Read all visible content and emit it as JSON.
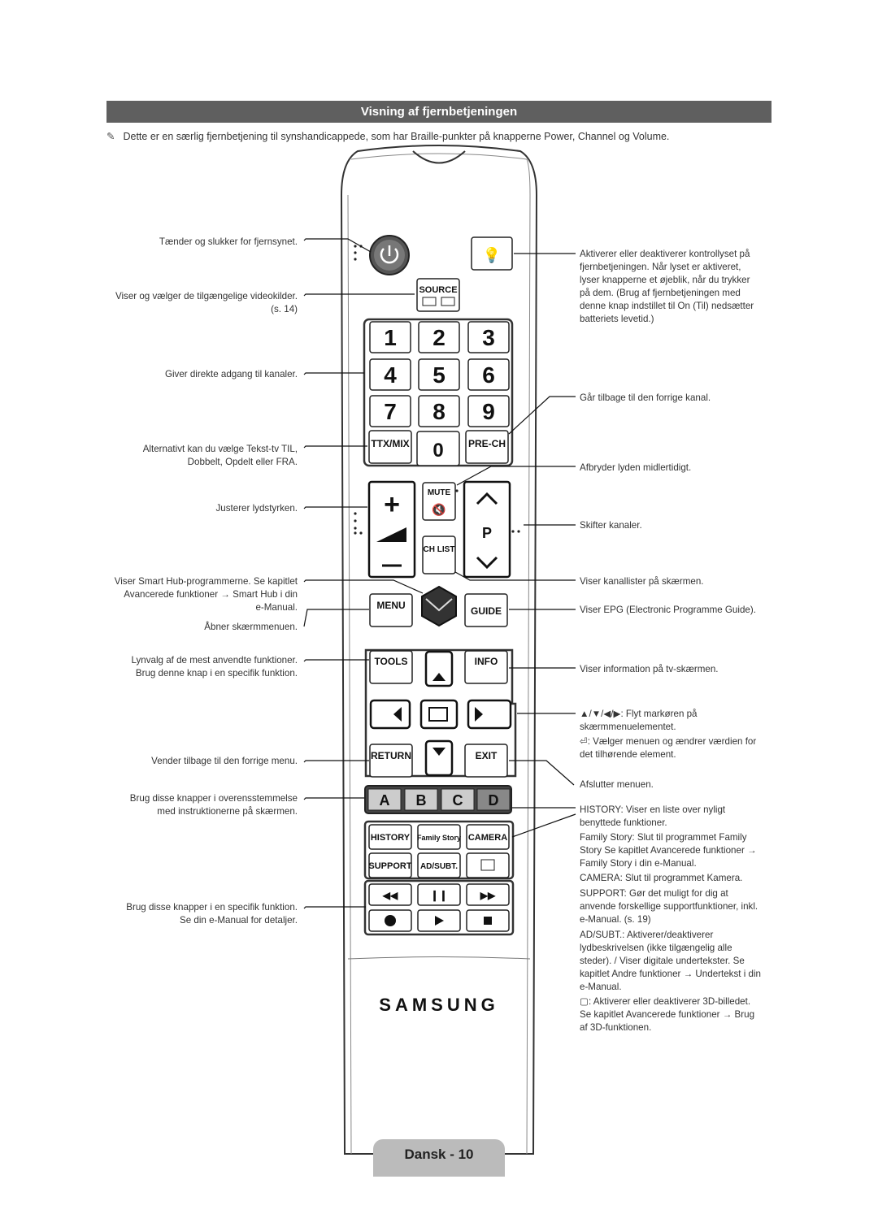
{
  "header": {
    "title": "Visning af fjernbetjeningen"
  },
  "note": "Dette er en særlig fjernbetjening til synshandicappede, som har Braille-punkter på knapperne Power, Channel og Volume.",
  "left_labels": {
    "power": "Tænder og slukker for fjernsynet.",
    "source_1": "Viser og vælger de tilgængelige videokilder.",
    "source_2": "(s. 14)",
    "numbers": "Giver direkte adgang til kanaler.",
    "ttx_1": "Alternativt kan du vælge Tekst-tv TIL,",
    "ttx_2": "Dobbelt, Opdelt eller FRA.",
    "volume": "Justerer lydstyrken.",
    "smarthub_1": "Viser Smart Hub-programmerne. Se kapitlet",
    "smarthub_2": "Avancerede funktioner → Smart Hub i din",
    "smarthub_3": "e-Manual.",
    "menu": "Åbner skærmmenuen.",
    "tools_1": "Lynvalg af de mest anvendte funktioner.",
    "tools_2": "Brug denne knap i en specifik funktion.",
    "return": "Vender tilbage til den forrige menu.",
    "abcd_1": "Brug disse knapper i overensstemmelse",
    "abcd_2": "med instruktionerne på skærmen.",
    "media_1": "Brug disse knapper i en specifik funktion.",
    "media_2": "Se din e-Manual for detaljer."
  },
  "right_labels": {
    "light_1": "Aktiverer eller deaktiverer kontrollyset på",
    "light_2": "fjernbetjeningen. Når lyset er aktiveret,",
    "light_3": "lyser knapperne et øjeblik, når du trykker",
    "light_4": "på dem. (Brug af fjernbetjeningen med",
    "light_5": "denne knap indstillet til On (Til) nedsætter",
    "light_6": "batteriets levetid.)",
    "prech": "Går tilbage til den forrige kanal.",
    "mute": "Afbryder lyden midlertidigt.",
    "channel": "Skifter kanaler.",
    "chlist": "Viser kanallister på skærmen.",
    "guide": "Viser EPG (Electronic Programme Guide).",
    "info": "Viser information på tv-skærmen.",
    "arrows_1": "▲/▼/◀/▶: Flyt markøren på",
    "arrows_2": "skærmmenuelementet.",
    "enter_1": "⏎: Vælger menuen og ændrer værdien for",
    "enter_2": "det tilhørende element.",
    "exit": "Afslutter menuen.",
    "history_1": "HISTORY: Viser en liste over nyligt",
    "history_2": "benyttede funktioner.",
    "family_1": "Family Story: Slut til programmet Family",
    "family_2": "Story Se kapitlet Avancerede funktioner →",
    "family_3": "Family Story i din e-Manual.",
    "camera": "CAMERA: Slut til programmet Kamera.",
    "support_1": "SUPPORT: Gør det muligt for dig at",
    "support_2": "anvende forskellige supportfunktioner, inkl.",
    "support_3": "e-Manual. (s. 19)",
    "adsubt_1": "AD/SUBT.: Aktiverer/deaktiverer",
    "adsubt_2": "lydbeskrivelsen (ikke tilgængelig alle",
    "adsubt_3": "steder). / Viser digitale undertekster. Se",
    "adsubt_4": "kapitlet Andre funktioner → Undertekst i din",
    "adsubt_5": "e-Manual.",
    "threed_1": "▢: Aktiverer eller deaktiverer 3D-billedet.",
    "threed_2": "Se kapitlet Avancerede funktioner → Brug",
    "threed_3": "af 3D-funktionen."
  },
  "remote": {
    "source": "SOURCE",
    "digits": [
      "1",
      "2",
      "3",
      "4",
      "5",
      "6",
      "7",
      "8",
      "9",
      "0"
    ],
    "ttxmix": "TTX/MIX",
    "prech": "PRE-CH",
    "mute": "MUTE",
    "chlist": "CH LIST",
    "p": "P",
    "menu": "MENU",
    "guide": "GUIDE",
    "tools": "TOOLS",
    "info": "INFO",
    "return": "RETURN",
    "exit": "EXIT",
    "color_keys": [
      "A",
      "B",
      "C",
      "D"
    ],
    "history": "HISTORY",
    "family_story": "Family Story",
    "camera": "CAMERA",
    "support": "SUPPORT",
    "adsubt": "AD/SUBT.",
    "brand": "SAMSUNG"
  },
  "colors": {
    "header_bg": "#5f5f5f",
    "footer_bg": "#bbbbbb"
  },
  "footer": "Dansk - 10"
}
